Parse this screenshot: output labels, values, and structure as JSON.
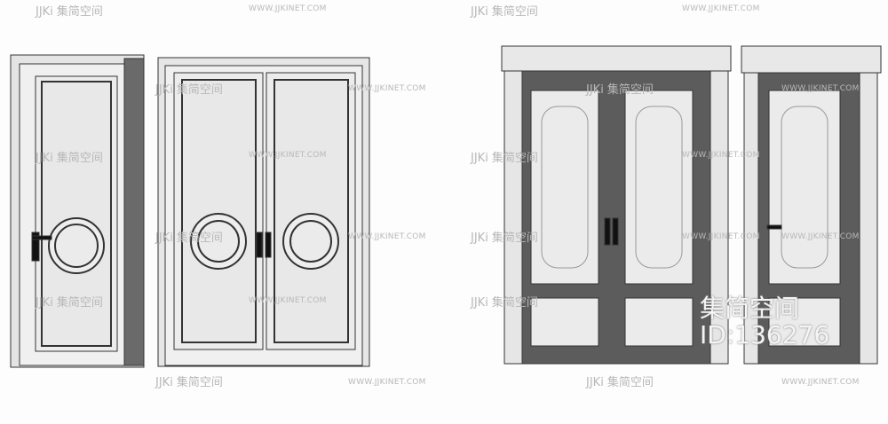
{
  "watermark": {
    "logo": "JJKi 集简空间",
    "url": "WWW.JJKINET.COM"
  },
  "id_stamp": {
    "brand": "集简空间",
    "id": "ID:136276"
  },
  "colors": {
    "door_light": "#ececec",
    "door_dark": "#5c5c5c",
    "outline": "#222222"
  }
}
